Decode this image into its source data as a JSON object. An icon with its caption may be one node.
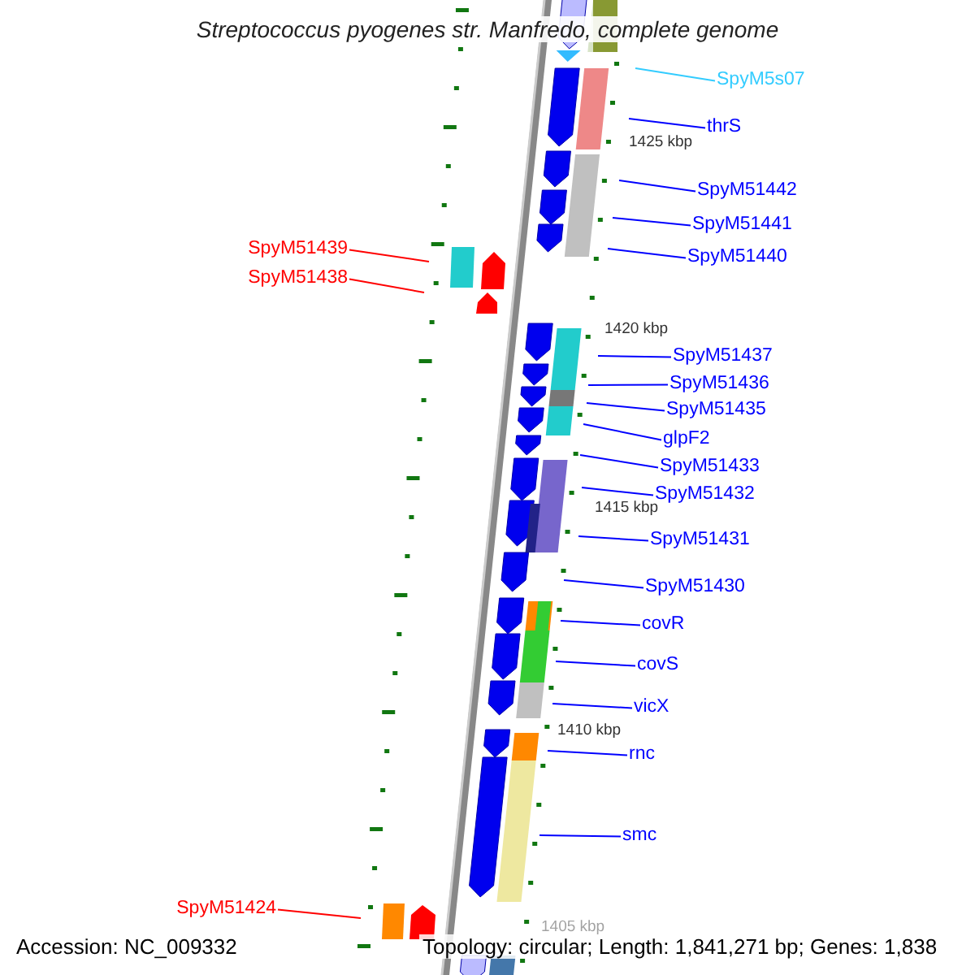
{
  "diagram": {
    "title": "Streptococcus pyogenes str. Manfredo, complete genome",
    "nodes": [
      {
        "text": [
          "SpyM5s07"
        ]
      },
      {
        "text": [
          "thrS"
        ]
      },
      {
        "text": [
          "SpyM51442"
        ]
      },
      {
        "text": [
          "SpyM51441"
        ]
      },
      {
        "text": [
          "SpyM51439"
        ]
      },
      {
        "text": [
          "SpyM51440"
        ]
      },
      {
        "text": [
          "SpyM51438"
        ]
      },
      {
        "text": [
          "SpyM51437"
        ]
      },
      {
        "text": [
          "SpyM51436"
        ]
      },
      {
        "text": [
          "SpyM51435"
        ]
      },
      {
        "text": [
          "glpF2"
        ]
      },
      {
        "text": [
          "SpyM51433"
        ]
      },
      {
        "text": [
          "SpyM51432"
        ]
      },
      {
        "text": [
          "SpyM51431"
        ]
      },
      {
        "text": [
          "SpyM51430"
        ]
      },
      {
        "text": [
          "covR"
        ]
      },
      {
        "text": [
          "covS"
        ]
      },
      {
        "text": [
          "vicX"
        ]
      },
      {
        "text": [
          "rnc"
        ]
      },
      {
        "text": [
          "smc"
        ]
      },
      {
        "text": [
          "SpyM51424"
        ]
      }
    ],
    "edges": [
      {
        "from": 0,
        "to": null,
        "arrow": "none",
        "color": "#33ccff"
      },
      {
        "from": 1,
        "to": null,
        "arrow": "none"
      },
      {
        "from": 2,
        "to": null,
        "arrow": "none"
      },
      {
        "from": 3,
        "to": null,
        "arrow": "none"
      },
      {
        "from": 4,
        "to": null,
        "arrow": "none",
        "color": "#ff0000"
      },
      {
        "from": 5,
        "to": null,
        "arrow": "none"
      },
      {
        "from": 6,
        "to": null,
        "arrow": "none",
        "color": "#ff0000"
      },
      {
        "from": 7,
        "to": null,
        "arrow": "none"
      },
      {
        "from": 8,
        "to": null,
        "arrow": "none"
      },
      {
        "from": 9,
        "to": null,
        "arrow": "none"
      },
      {
        "from": 10,
        "to": null,
        "arrow": "none"
      },
      {
        "from": 11,
        "to": null,
        "arrow": "none"
      },
      {
        "from": 12,
        "to": null,
        "arrow": "none"
      },
      {
        "from": 13,
        "to": null,
        "arrow": "none"
      },
      {
        "from": 14,
        "to": null,
        "arrow": "none"
      },
      {
        "from": 15,
        "to": null,
        "arrow": "none"
      },
      {
        "from": 16,
        "to": null,
        "arrow": "none"
      },
      {
        "from": 17,
        "to": null,
        "arrow": "none"
      },
      {
        "from": 18,
        "to": null,
        "arrow": "none"
      },
      {
        "from": 19,
        "to": null,
        "arrow": "none"
      },
      {
        "from": 20,
        "to": null,
        "arrow": "none",
        "color": "#ff0000"
      }
    ],
    "labels": [
      "1425 kbp",
      "1420 kbp",
      "1415 kbp",
      "1410 kbp",
      "1405 kbp",
      "Accession: NC_009332",
      "Topology: circular; Length: 1,841,271 bp; Genes: 1,838"
    ]
  }
}
